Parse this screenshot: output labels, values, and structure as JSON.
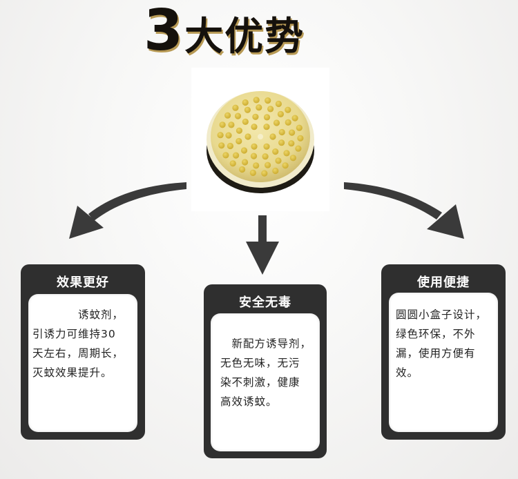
{
  "headline": {
    "number": "3",
    "word": "大优势"
  },
  "image": {
    "subject_icon": "bait-disc-icon",
    "colors": {
      "disc": "#e8d98f",
      "hole": "#d9bf3f",
      "rim": "#f1ebcb",
      "shadow": "#1e1b14"
    }
  },
  "colors": {
    "card_dark": "#2f2f2f",
    "arrow": "#3a3a3a",
    "headline_shadow": "#b89a55"
  },
  "cards": [
    {
      "title": "效果更好",
      "text": "　　　　诱蚊剂，\n引诱力可维持30\n天左右，周期长，\n灭蚊效果提升。"
    },
    {
      "title": "安全无毒",
      "text": "　新配方诱导剂，\n无色无味，无污\n染不刺激，健康\n高效诱蚊。"
    },
    {
      "title": "使用便捷",
      "text": "圆圆小盒子设计，\n绿色环保，不外\n漏，使用方便有\n效。"
    }
  ]
}
